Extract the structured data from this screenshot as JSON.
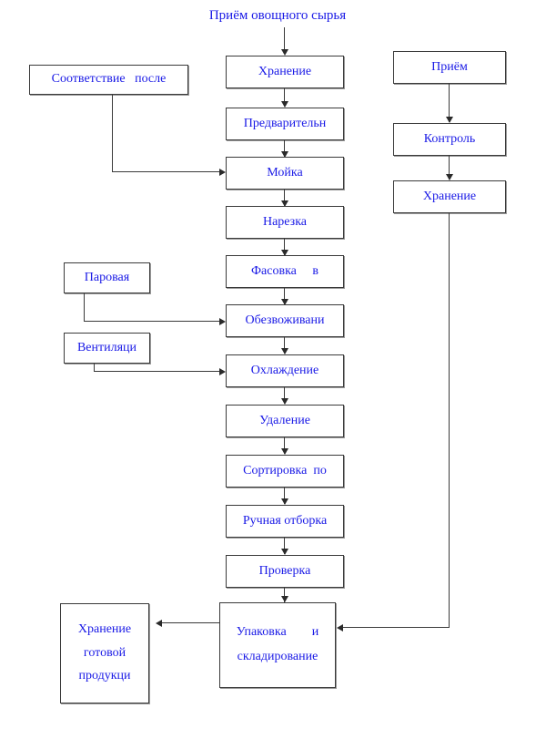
{
  "diagram": {
    "title": "Приём овощного сырья",
    "text_color": "#1a1ae6",
    "line_color": "#3a3a3a",
    "background": "#ffffff",
    "nodes": {
      "storage_raw": {
        "label": "Хранение"
      },
      "preliminary": {
        "label": "Предварительн"
      },
      "washing": {
        "label": "Мойка"
      },
      "cutting": {
        "label": "Нарезка"
      },
      "packing_in": {
        "label": "Фасовка     в"
      },
      "dehydration": {
        "label": "Обезвоживани"
      },
      "cooling": {
        "label": "Охлаждение"
      },
      "removal": {
        "label": "Удаление"
      },
      "sorting_by": {
        "label": "Сортировка  по"
      },
      "manual_selection": {
        "label": "Ручная отборка"
      },
      "inspection": {
        "label": "Проверка"
      },
      "packaging_storage": {
        "line1": "Упаковка        и",
        "line2": "складирование"
      },
      "compliance_after": {
        "label": "Соответствие   после"
      },
      "steam": {
        "label": "Паровая"
      },
      "ventilation": {
        "label": "Вентиляци"
      },
      "finished_storage": {
        "line1": "Хранение",
        "line2": "готовой",
        "line3": "продукци"
      },
      "intake_right": {
        "label": "Приём"
      },
      "control_right": {
        "label": "Контроль"
      },
      "storage_right": {
        "label": "Хранение"
      }
    }
  }
}
